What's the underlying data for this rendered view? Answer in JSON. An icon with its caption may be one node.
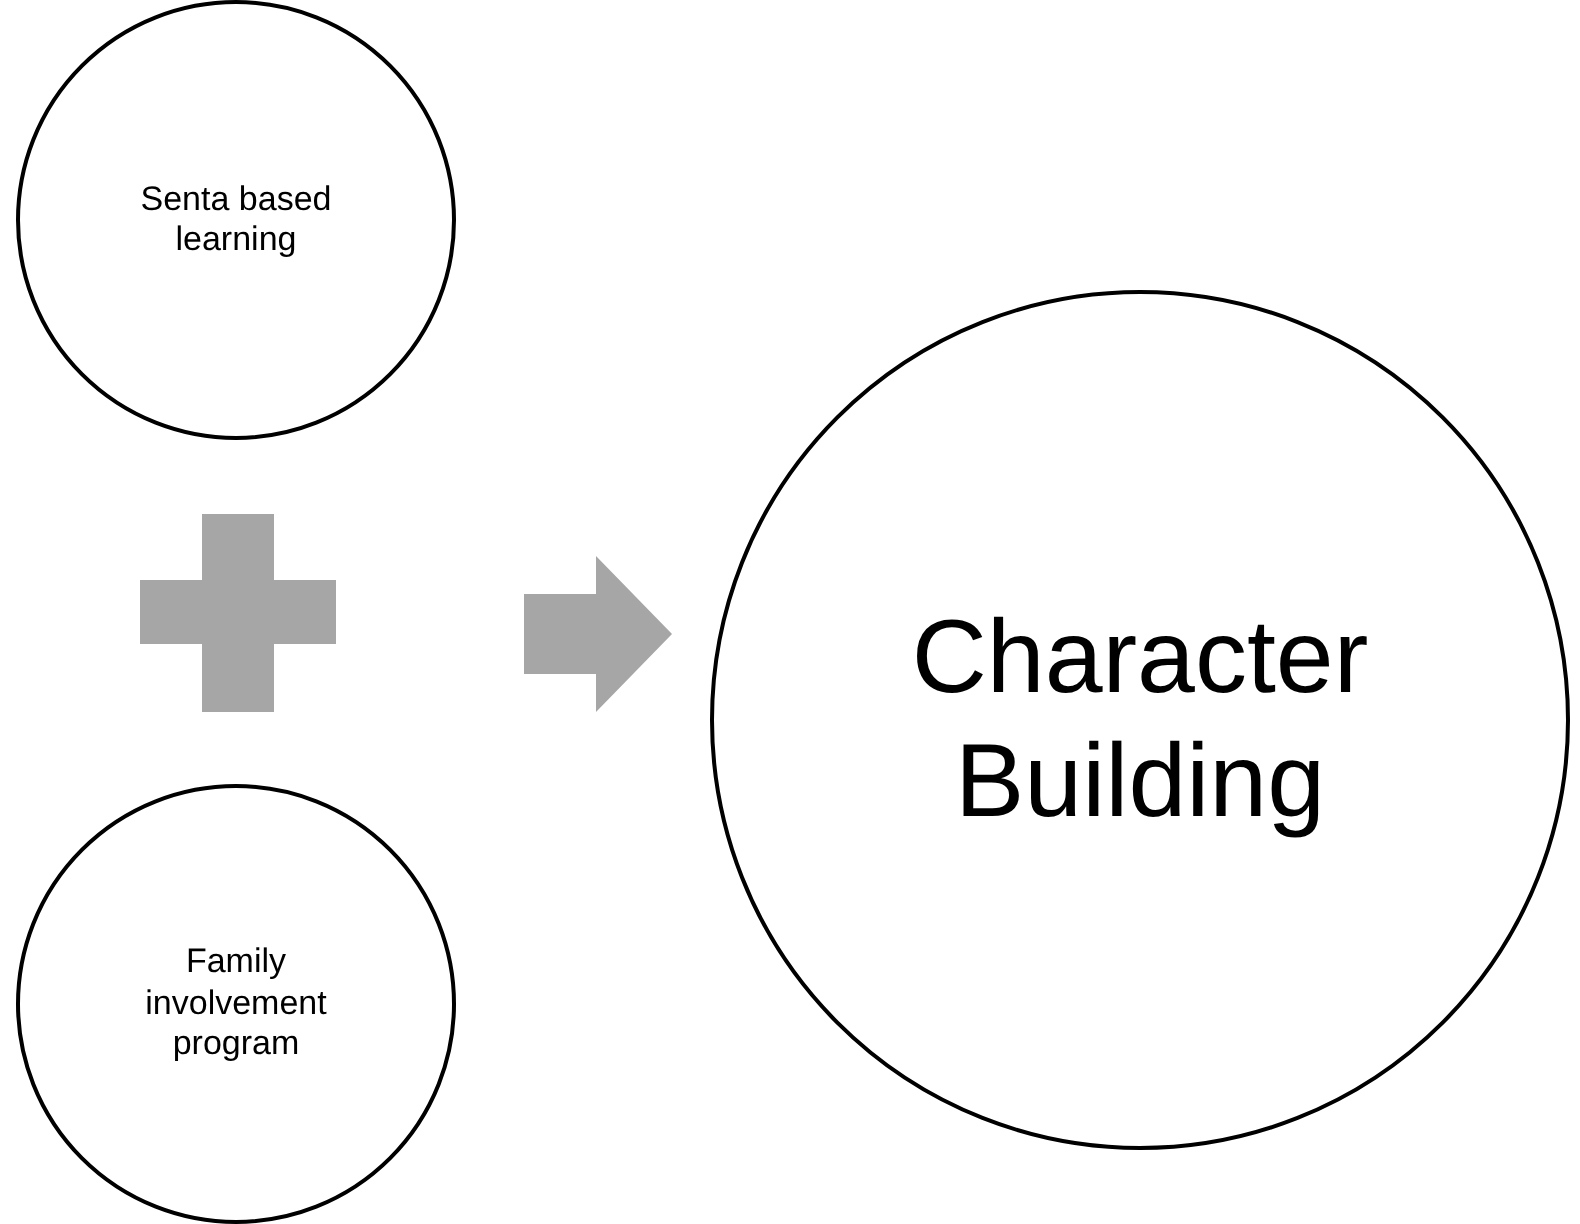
{
  "diagram": {
    "nodes": [
      {
        "text": [
          "Senta based learning"
        ]
      },
      {
        "text": [
          "Family involvement program"
        ]
      },
      {
        "text": [
          "Character Building"
        ]
      }
    ]
  }
}
